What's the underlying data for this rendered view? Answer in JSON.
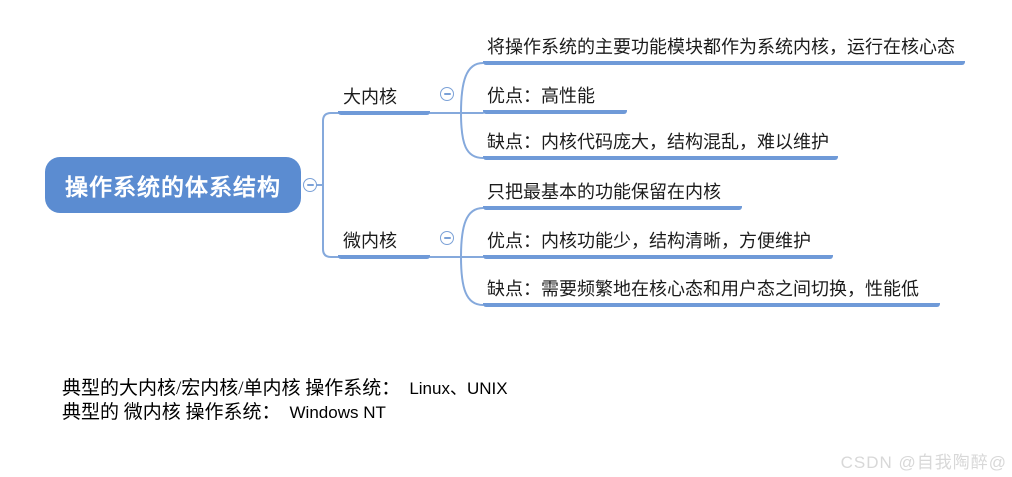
{
  "mindmap": {
    "root": {
      "label": "操作系统的体系结构"
    },
    "branches": [
      {
        "label": "大内核",
        "children": [
          "将操作系统的主要功能模块都作为系统内核，运行在核心态",
          "优点：高性能",
          "缺点：内核代码庞大，结构混乱，难以维护"
        ]
      },
      {
        "label": "微内核",
        "children": [
          "只把最基本的功能保留在内核",
          "优点：内核功能少，结构清晰，方便维护",
          "缺点：需要频繁地在核心态和用户态之间切换，性能低"
        ]
      }
    ],
    "collapse_icon": "minus-circle-icon",
    "colors": {
      "root_fill": "#5b8cd1",
      "root_text": "#ffffff",
      "branch_line": "#7ba1d7",
      "topic_underline": "#6f9ad8",
      "topic_text": "#1c1c1c"
    }
  },
  "notes": [
    {
      "text": "典型的大内核/宏内核/单内核 操作系统：",
      "value": "Linux、UNIX"
    },
    {
      "text": "典型的 微内核 操作系统：",
      "value": "Windows NT"
    }
  ],
  "watermark": "CSDN @自我陶醉@"
}
